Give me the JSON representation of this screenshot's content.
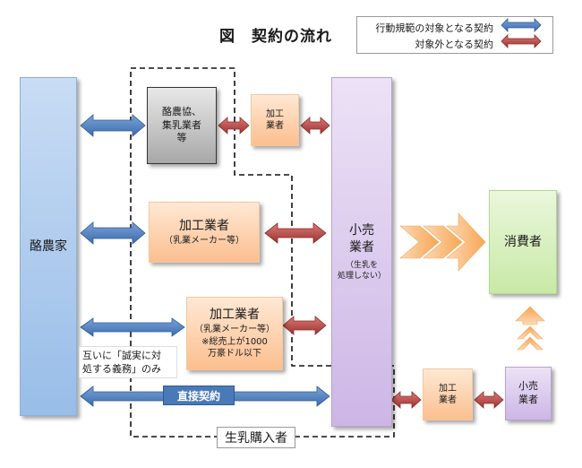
{
  "title": "図　契約の流れ",
  "legend": {
    "in_scope": "行動規範の対象となる契約",
    "out_scope": "対象外となる契約",
    "in_scope_color": "#4f81bd",
    "out_scope_color": "#c0504d"
  },
  "nodes": {
    "dairy_farmer": "酪農家",
    "coop_line1": "酪農協、",
    "coop_line2": "集乳業者",
    "coop_line3": "等",
    "proc_small_a_line1": "加工",
    "proc_small_a_line2": "業者",
    "processor_mid_title": "加工業者",
    "processor_mid_sub": "（乳業メーカー等）",
    "processor_low_title": "加工業者",
    "processor_low_sub": "（乳業メーカー等）",
    "processor_low_note1": "※総売上が1000",
    "processor_low_note2": "万豪ドル以下",
    "retailer_line1": "小売",
    "retailer_line2": "業者",
    "retailer_sub1": "（生乳を",
    "retailer_sub2": "処理しない）",
    "consumer": "消費者",
    "proc_small_b_line1": "加工",
    "proc_small_b_line2": "業者",
    "retailer_small_line1": "小売",
    "retailer_small_line2": "業者"
  },
  "note_line1": "互いに「誠実に対",
  "note_line2": "処する義務」のみ",
  "direct_contract": "直接契約",
  "raw_milk_buyer": "生乳購入者"
}
